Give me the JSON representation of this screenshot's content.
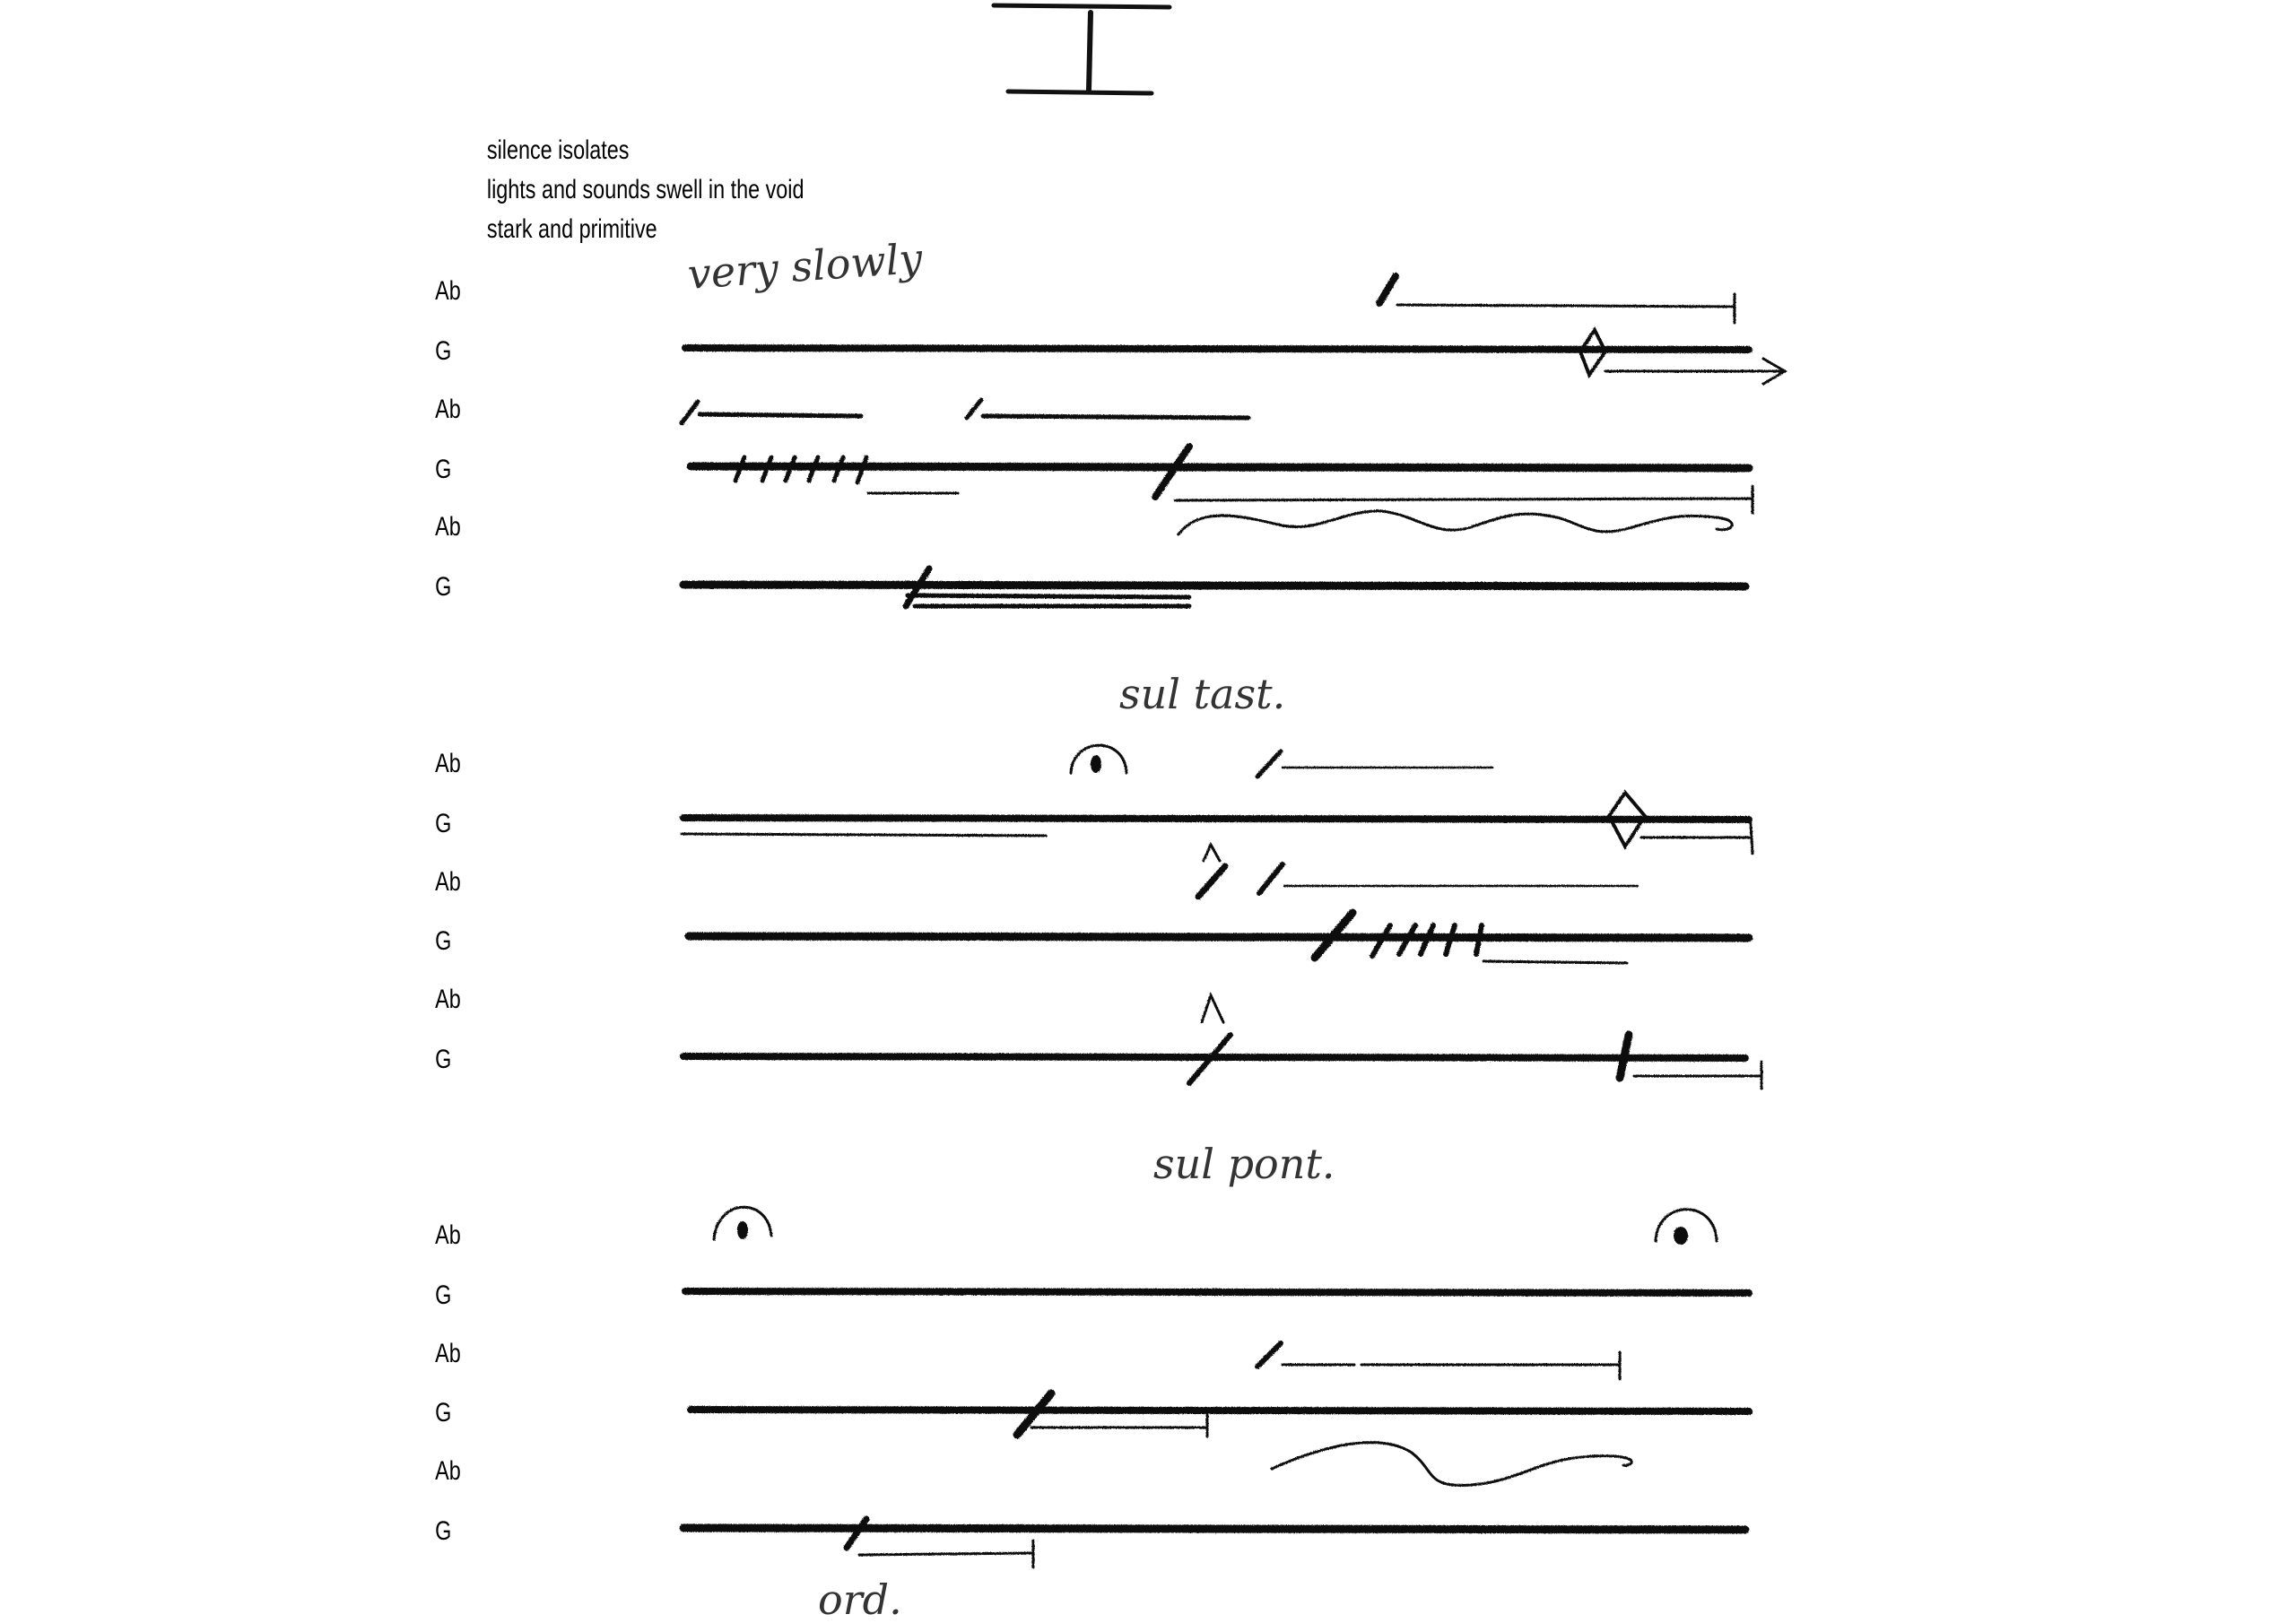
{
  "movement_number": "I",
  "epigraph": {
    "lines": [
      "silence isolates",
      "lights and sounds swell in the void",
      "stark and primitive"
    ]
  },
  "systems": [
    {
      "directive": "very slowly",
      "staff_labels": [
        "Ab",
        "G",
        "Ab",
        "G",
        "Ab",
        "G"
      ]
    },
    {
      "directive": "sul tast.",
      "staff_labels": [
        "Ab",
        "G",
        "Ab",
        "G",
        "Ab",
        "G"
      ]
    },
    {
      "directive": "sul pont.",
      "staff_labels": [
        "Ab",
        "G",
        "Ab",
        "G",
        "Ab",
        "G"
      ]
    }
  ],
  "final_directive": "ord."
}
